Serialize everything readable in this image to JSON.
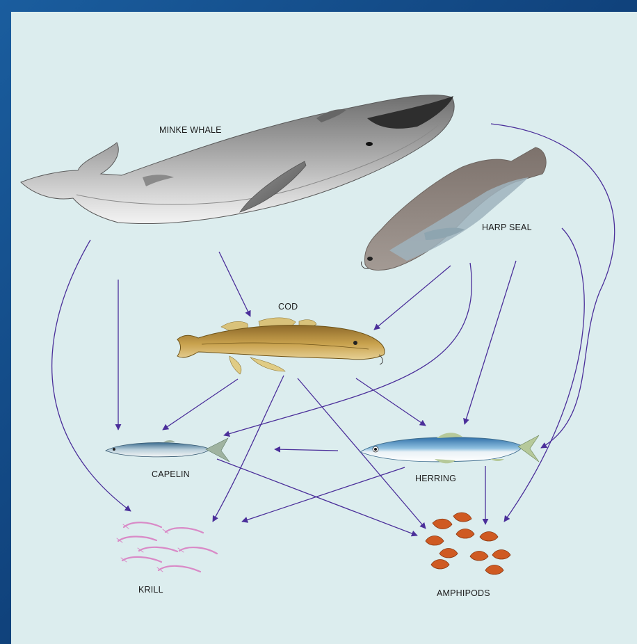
{
  "colors": {
    "background": "#dcedee",
    "frame": "#12467f",
    "arrow": "#4b2f9a"
  },
  "labels": {
    "minke_whale": "MINKE WHALE",
    "harp_seal": "HARP SEAL",
    "cod": "COD",
    "capelin": "CAPELIN",
    "herring": "HERRING",
    "krill": "KRILL",
    "amphipods": "AMPHIPODS"
  },
  "links": [
    {
      "from": "MINKE WHALE",
      "to": "KRILL"
    },
    {
      "from": "MINKE WHALE",
      "to": "CAPELIN"
    },
    {
      "from": "MINKE WHALE",
      "to": "COD"
    },
    {
      "from": "MINKE WHALE",
      "to": "HERRING"
    },
    {
      "from": "HARP SEAL",
      "to": "COD"
    },
    {
      "from": "HARP SEAL",
      "to": "CAPELIN"
    },
    {
      "from": "HARP SEAL",
      "to": "HERRING"
    },
    {
      "from": "HARP SEAL",
      "to": "AMPHIPODS"
    },
    {
      "from": "COD",
      "to": "CAPELIN"
    },
    {
      "from": "COD",
      "to": "KRILL"
    },
    {
      "from": "COD",
      "to": "AMPHIPODS"
    },
    {
      "from": "COD",
      "to": "HERRING"
    },
    {
      "from": "HERRING",
      "to": "CAPELIN"
    },
    {
      "from": "HERRING",
      "to": "KRILL"
    },
    {
      "from": "HERRING",
      "to": "AMPHIPODS"
    },
    {
      "from": "CAPELIN",
      "to": "AMPHIPODS"
    }
  ]
}
